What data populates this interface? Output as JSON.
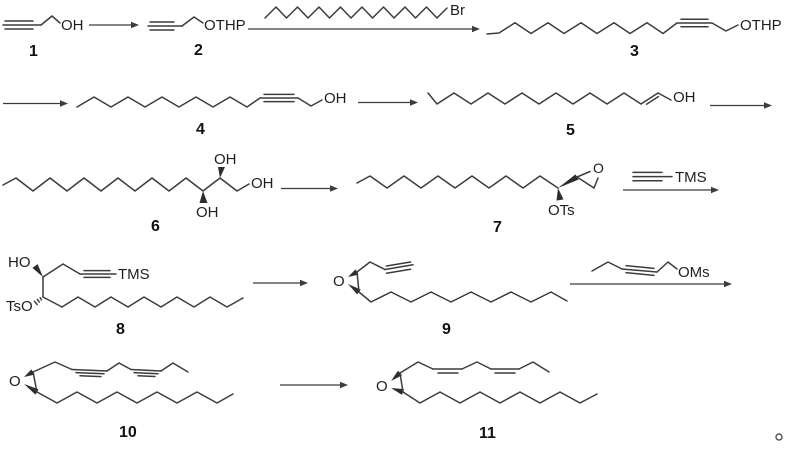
{
  "colors": {
    "ink": "#3c3c3c",
    "text": "#1f1f1f",
    "background": "#ffffff"
  },
  "compounds": {
    "c1": {
      "number": "1",
      "oh": "OH"
    },
    "c2": {
      "number": "2",
      "othp": "OTHP"
    },
    "c3": {
      "number": "3",
      "othp": "OTHP"
    },
    "c4": {
      "number": "4",
      "oh": "OH"
    },
    "c5": {
      "number": "5",
      "oh": "OH"
    },
    "c6": {
      "number": "6",
      "oh_top": "OH",
      "oh_right": "OH",
      "oh_bottom": "OH"
    },
    "c7": {
      "number": "7",
      "ots": "OTs",
      "epoxide_o": "O"
    },
    "c8": {
      "number": "8",
      "ho": "HO",
      "tms": "TMS",
      "tso": "TsO"
    },
    "c9": {
      "number": "9",
      "epoxide_o": "O"
    },
    "c10": {
      "number": "10",
      "epoxide_o": "O"
    },
    "c11": {
      "number": "11",
      "epoxide_o": "O"
    }
  },
  "reagents": {
    "alkyl_bromide": {
      "br": "Br"
    },
    "tms_acetylene": {
      "tms": "TMS"
    },
    "pentynyl_mesylate": {
      "oms": "OMs"
    }
  }
}
